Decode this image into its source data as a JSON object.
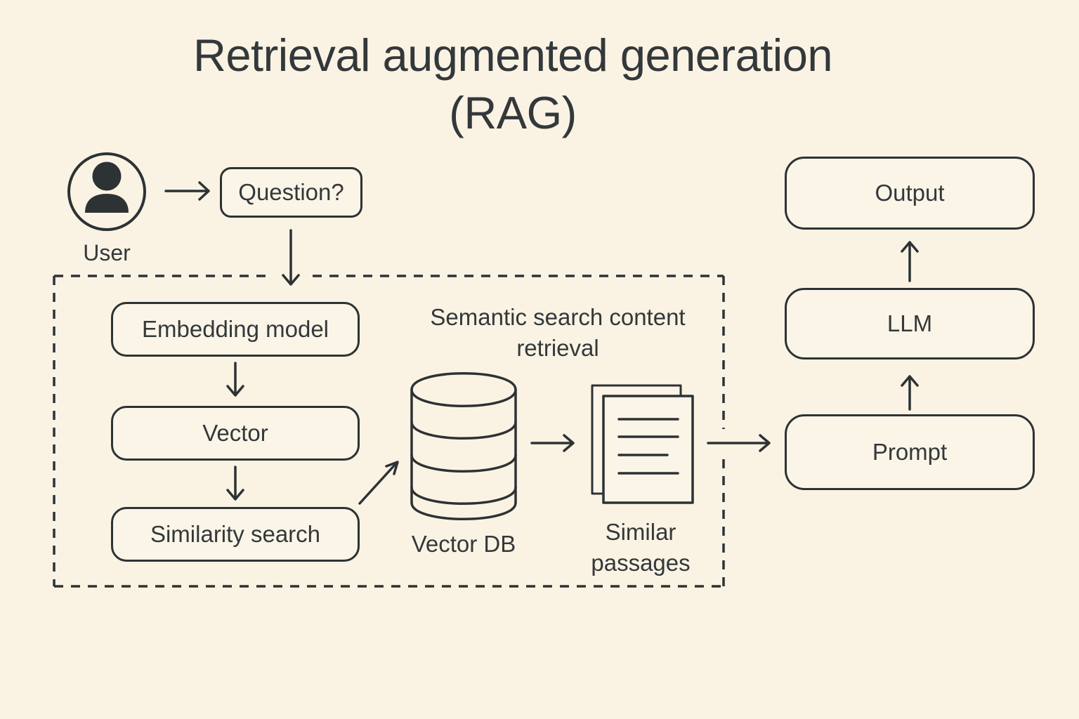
{
  "title": {
    "line1": "Retrieval augmented generation",
    "line2": "(RAG)"
  },
  "colors": {
    "background": "#faf3e4",
    "box_fill": "#fbf5e8",
    "stroke": "#2d3234",
    "text": "#33383a"
  },
  "icons": {
    "user": "user-icon",
    "vector_db": "database-cylinder-icon",
    "similar_passages": "documents-icon"
  },
  "nodes": {
    "user_label": "User",
    "question": "Question?",
    "embedding_model": "Embedding model",
    "vector": "Vector",
    "similarity_search": "Similarity search",
    "semantic_label_line1": "Semantic search content",
    "semantic_label_line2": "retrieval",
    "vector_db_label": "Vector DB",
    "similar_passages_line1": "Similar",
    "similar_passages_line2": "passages",
    "prompt": "Prompt",
    "llm": "LLM",
    "output": "Output"
  }
}
